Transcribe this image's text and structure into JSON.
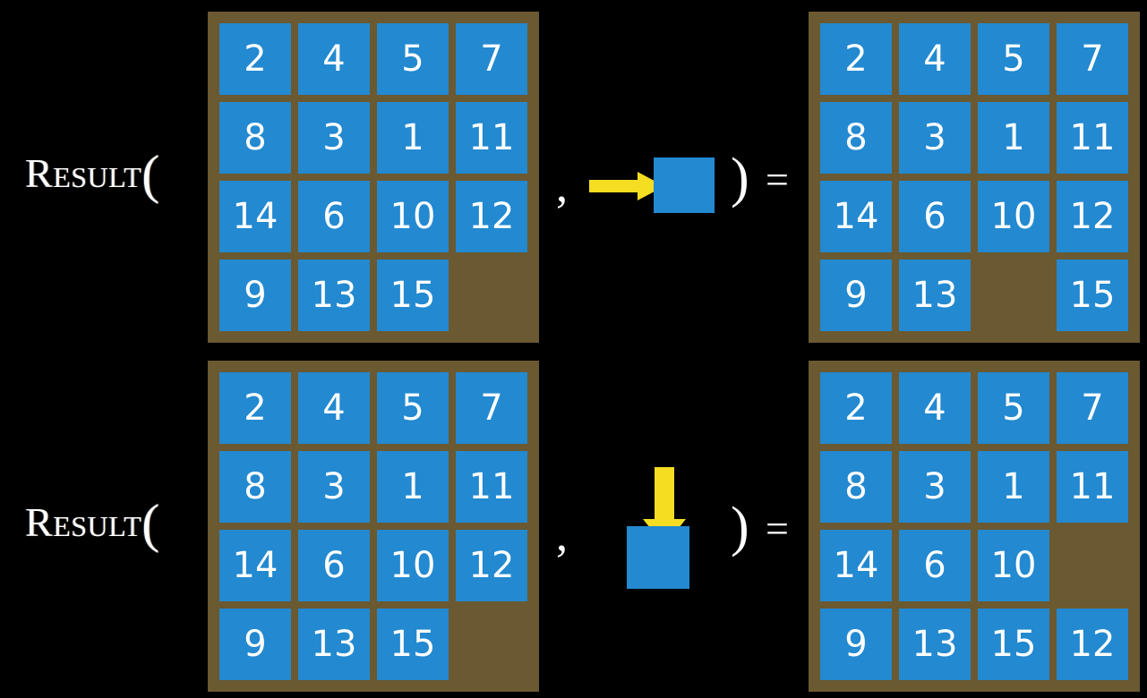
{
  "diagram": {
    "background_color": "#000000",
    "board_color": "#6b5931",
    "tile_color": "#2389d0",
    "tile_text_color": "#ffffff",
    "arrow_color": "#f5dd22",
    "text_color": "#ffffff"
  },
  "symbols": {
    "result_initial": "R",
    "result_rest": "esult",
    "open_paren": "(",
    "comma": ",",
    "close_paren": ")",
    "equals": "="
  },
  "rows": [
    {
      "id": "row-1",
      "label": "RESULT(",
      "move": {
        "direction": "right",
        "arrow_glyph": "arrow-right",
        "description": "slide blank right"
      },
      "input_board": {
        "name": "input-board-row-1",
        "tiles": [
          [
            "2",
            "4",
            "5",
            "7"
          ],
          [
            "8",
            "3",
            "1",
            "11"
          ],
          [
            "14",
            "6",
            "10",
            "12"
          ],
          [
            "9",
            "13",
            "15",
            ""
          ]
        ]
      },
      "output_board": {
        "name": "output-board-row-1",
        "tiles": [
          [
            "2",
            "4",
            "5",
            "7"
          ],
          [
            "8",
            "3",
            "1",
            "11"
          ],
          [
            "14",
            "6",
            "10",
            "12"
          ],
          [
            "9",
            "13",
            "",
            "15"
          ]
        ]
      }
    },
    {
      "id": "row-2",
      "label": "RESULT(",
      "move": {
        "direction": "down",
        "arrow_glyph": "arrow-down",
        "description": "slide blank down"
      },
      "input_board": {
        "name": "input-board-row-2",
        "tiles": [
          [
            "2",
            "4",
            "5",
            "7"
          ],
          [
            "8",
            "3",
            "1",
            "11"
          ],
          [
            "14",
            "6",
            "10",
            "12"
          ],
          [
            "9",
            "13",
            "15",
            ""
          ]
        ]
      },
      "output_board": {
        "name": "output-board-row-2",
        "tiles": [
          [
            "2",
            "4",
            "5",
            "7"
          ],
          [
            "8",
            "3",
            "1",
            "11"
          ],
          [
            "14",
            "6",
            "10",
            ""
          ],
          [
            "9",
            "13",
            "15",
            "12"
          ]
        ]
      }
    }
  ]
}
